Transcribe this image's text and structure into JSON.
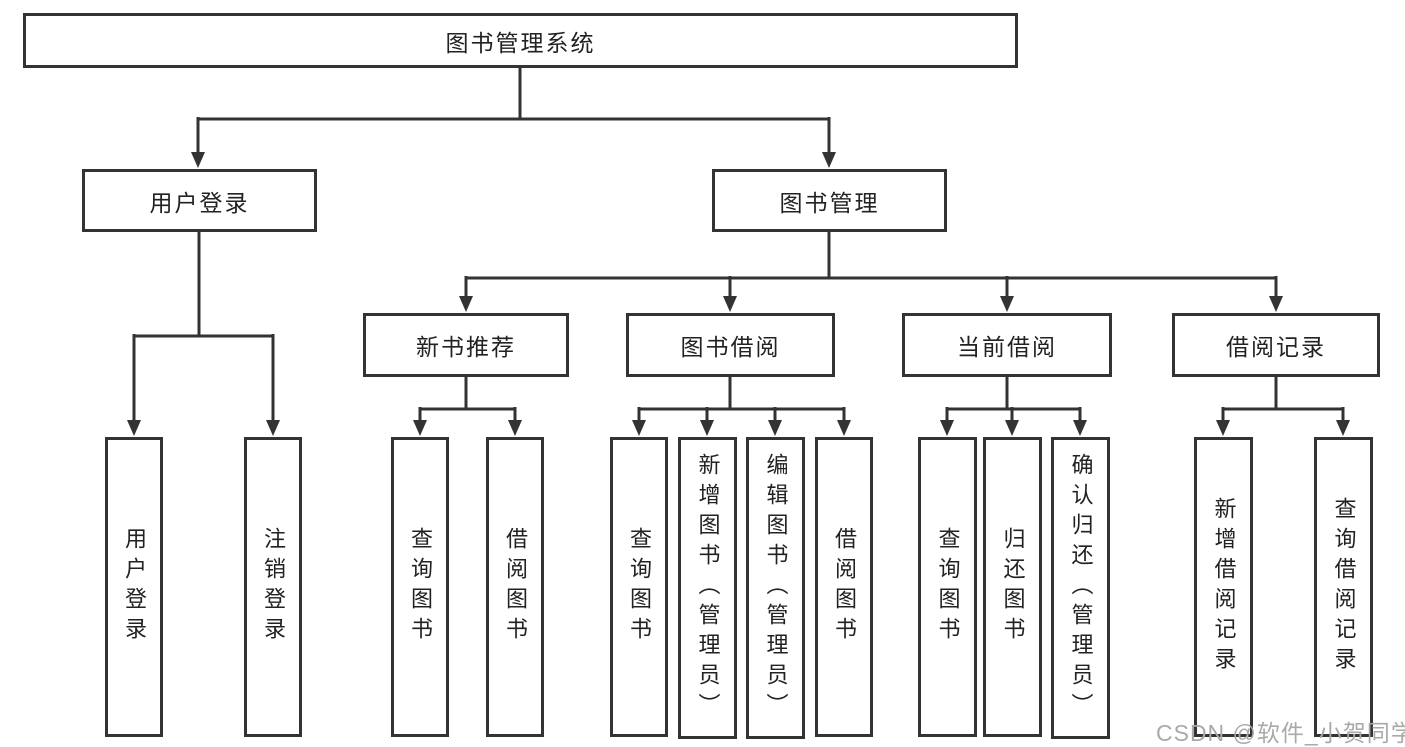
{
  "tree": {
    "root": "图书管理系统",
    "userLogin": {
      "label": "用户登录",
      "children": [
        "用户登录",
        "注销登录"
      ]
    },
    "bookManagement": {
      "label": "图书管理",
      "sections": [
        {
          "label": "新书推荐",
          "children": [
            "查询图书",
            "借阅图书"
          ]
        },
        {
          "label": "图书借阅",
          "children": [
            "查询图书",
            "新增图书（管理员）",
            "编辑图书（管理员）",
            "借阅图书"
          ]
        },
        {
          "label": "当前借阅",
          "children": [
            "查询图书",
            "归还图书",
            "确认归还（管理员）"
          ]
        },
        {
          "label": "借阅记录",
          "children": [
            "新增借阅记录",
            "查询借阅记录"
          ]
        }
      ]
    }
  },
  "watermark": {
    "text": "CSDN @软件_小贺同学"
  },
  "colors": {
    "line": "#333333",
    "box_border": "#333333",
    "text": "#222222",
    "watermark": "#a9a9a9",
    "background": "#ffffff"
  }
}
